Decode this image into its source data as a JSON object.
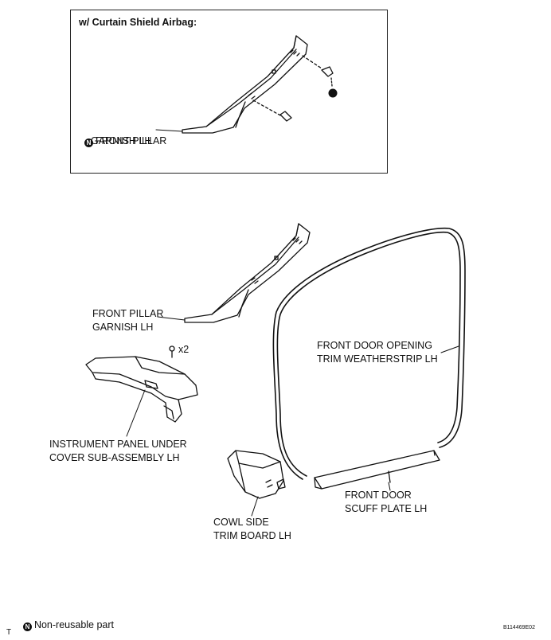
{
  "inset": {
    "title": "w/ Curtain Shield Airbag:",
    "pillar_label_line1": "FRONT PILLAR",
    "pillar_label_line2": "GARNISH LH"
  },
  "labels": {
    "pillar_line1": "FRONT PILLAR",
    "pillar_line2": "GARNISH LH",
    "weatherstrip_line1": "FRONT DOOR OPENING",
    "weatherstrip_line2": "TRIM WEATHERSTRIP LH",
    "clip_count": "x2",
    "under_cover_line1": "INSTRUMENT PANEL UNDER",
    "under_cover_line2": "COVER SUB-ASSEMBLY LH",
    "scuff_line1": "FRONT DOOR",
    "scuff_line2": "SCUFF PLATE LH",
    "cowl_line1": "COWL SIDE",
    "cowl_line2": "TRIM BOARD LH"
  },
  "legend": {
    "non_reusable": "Non-reusable part"
  },
  "footer": {
    "left_mark": "T",
    "figure_id": "B114469E02"
  },
  "icons": {
    "non_reusable_mark": "filled-circle-icon"
  }
}
